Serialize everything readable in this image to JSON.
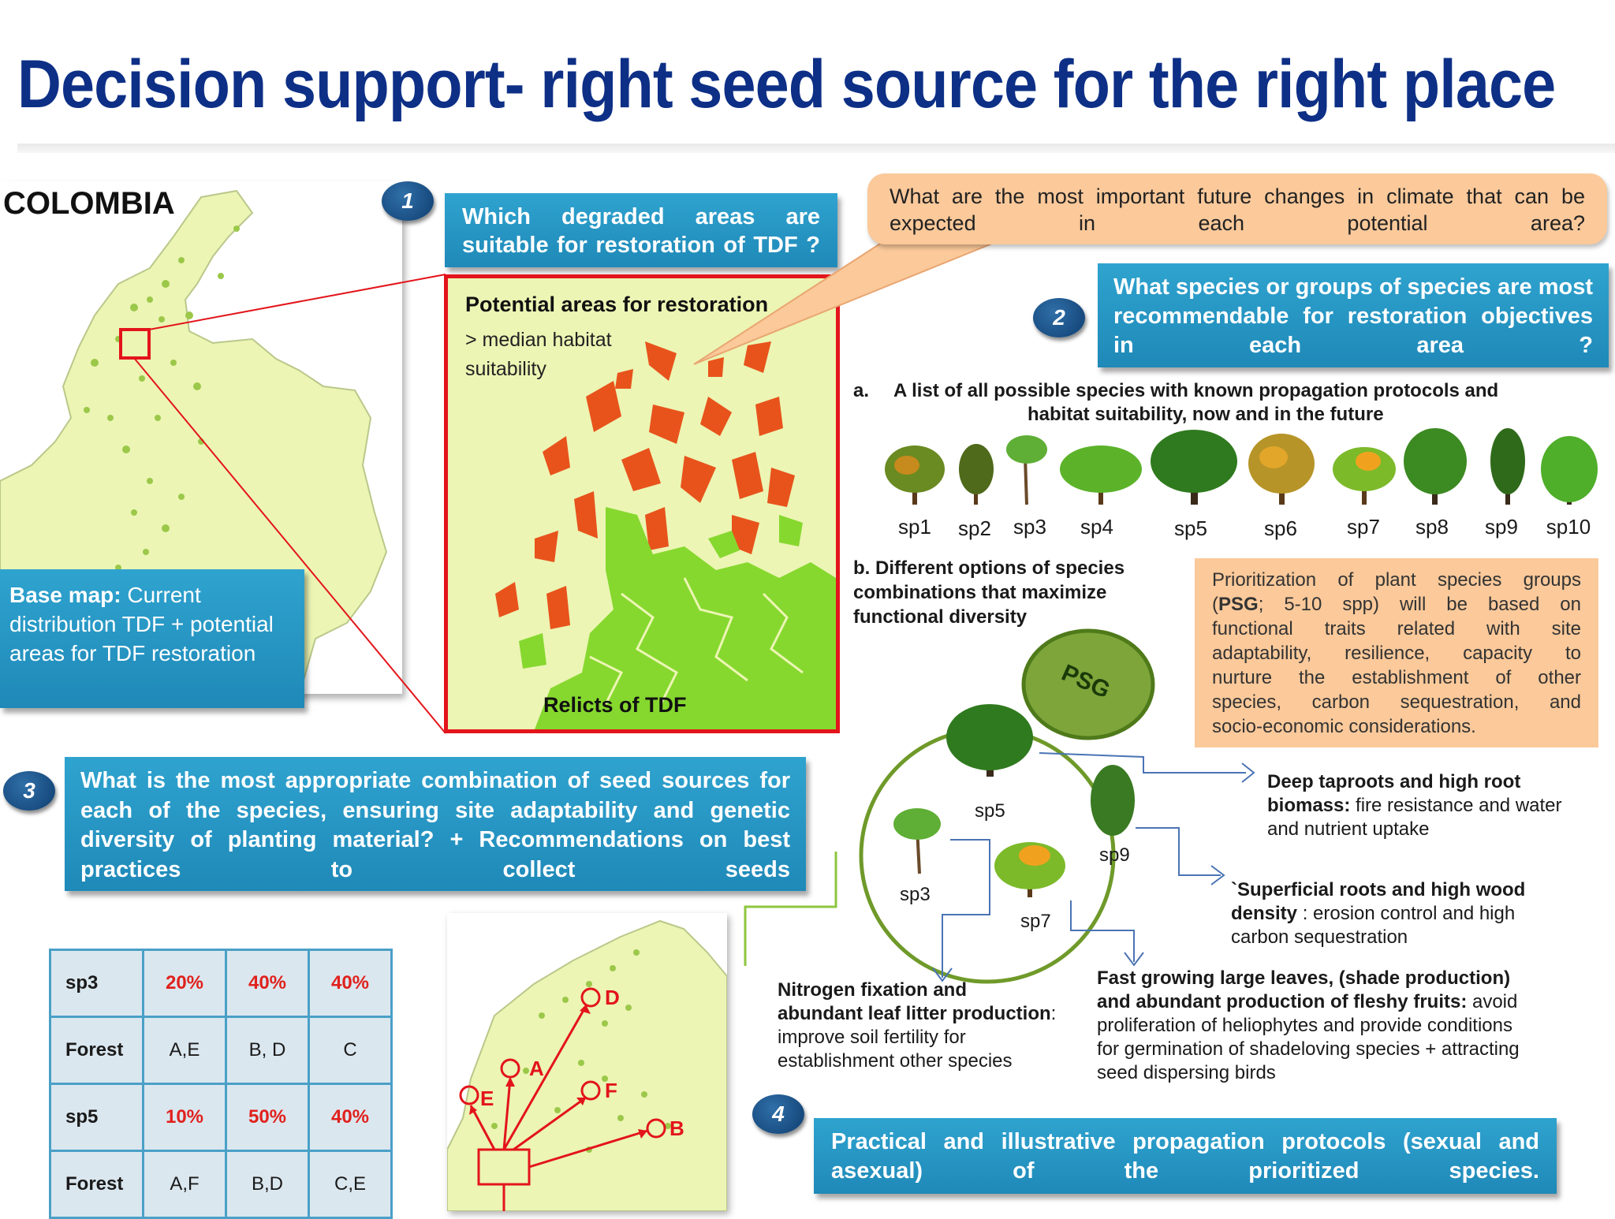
{
  "title": "Decision support- right seed source for the right place",
  "colombia_label": "COLOMBIA",
  "step_numbers": {
    "one": "1",
    "two": "2",
    "three": "3",
    "four": "4"
  },
  "q1": "Which degraded areas are suitable for restoration of TDF ?",
  "base_map": {
    "label_bold": "Base map:",
    "label_rest": " Current distribution TDF + potential areas for TDF restoration"
  },
  "inset": {
    "title": "Potential areas for restoration",
    "line1": "> median habitat",
    "line2": "suitability",
    "relicts": "Relicts of TDF"
  },
  "climate_callout": "What are the most important future changes in climate that can be expected in each potential area?",
  "q2": "What species or groups of species are most recommendable for restoration objectives in each area ?",
  "list_a": {
    "marker": "a.",
    "line1": "A list of all possible species with known propagation protocols and",
    "line2": "habitat suitability, now and in the future"
  },
  "species": [
    "sp1",
    "sp2",
    "sp3",
    "sp4",
    "sp5",
    "sp6",
    "sp7",
    "sp8",
    "sp9",
    "sp10"
  ],
  "list_b": {
    "line1": "b. Different options of species",
    "line2": "combinations that maximize",
    "line3": "functional diversity"
  },
  "psg_note": {
    "p1": "Prioritization of plant species groups",
    "p2a": "(",
    "p2b": "PSG",
    "p2c": "; 5-10 spp) will be based on",
    "p3": "functional traits related with site",
    "p4": "adaptability, resilience, capacity to",
    "p5": "nurture the establishment of other",
    "p6": "species, carbon sequestration, and",
    "p7": "socio-economic considerations."
  },
  "psg_label": "PSG",
  "psg_species": {
    "sp5": "sp5",
    "sp9": "sp9",
    "sp3": "sp3",
    "sp7": "sp7"
  },
  "traits": {
    "deep_bold1": "Deep taproots and high root",
    "deep_bold2": "biomass:",
    "deep_rest2": " fire resistance and water",
    "deep_rest3": "and nutrient uptake",
    "sup_bold1": "`Superficial roots and high wood",
    "sup_bold2": "density",
    "sup_rest2": " : erosion control and high",
    "sup_rest3": "carbon sequestration",
    "nit_bold1": "Nitrogen fixation and",
    "nit_bold2": "abundant leaf litter production",
    "nit_rest2": ":",
    "nit_rest3": "improve soil fertility for",
    "nit_rest4": "establishment other species",
    "fast_bold1": "Fast growing large leaves, (shade production)",
    "fast_bold2": "and  abundant production of fleshy fruits:",
    "fast_rest2": " avoid",
    "fast_rest3": "proliferation of heliophytes and provide conditions",
    "fast_rest4": "for germination of shadeloving species  + attracting",
    "fast_rest5": "seed dispersing birds"
  },
  "q3": "What is the most appropriate combination of seed sources for each of the species, ensuring site adaptability and genetic diversity of planting material? + Recommendations on best practices to collect seeds",
  "table": [
    [
      "sp3",
      "20%",
      "40%",
      "40%"
    ],
    [
      "Forest",
      "A,E",
      "B, D",
      "C"
    ],
    [
      "sp5",
      "10%",
      "50%",
      "40%"
    ],
    [
      "Forest",
      "A,F",
      "B,D",
      "C,E"
    ]
  ],
  "sources": {
    "a": "A",
    "b": "B",
    "d": "D",
    "e": "E",
    "f": "F"
  },
  "q4": "Practical and illustrative propagation protocols (sexual and asexual) of the prioritized species.",
  "colors": {
    "title": "#0d2f86",
    "blue_box": "#2597c4",
    "orange_box": "#fbc99a",
    "restoration": "#e8531c",
    "relicts": "#86d82e",
    "map_fill": "#ecf5b4",
    "psg": "#6f9a2a"
  }
}
